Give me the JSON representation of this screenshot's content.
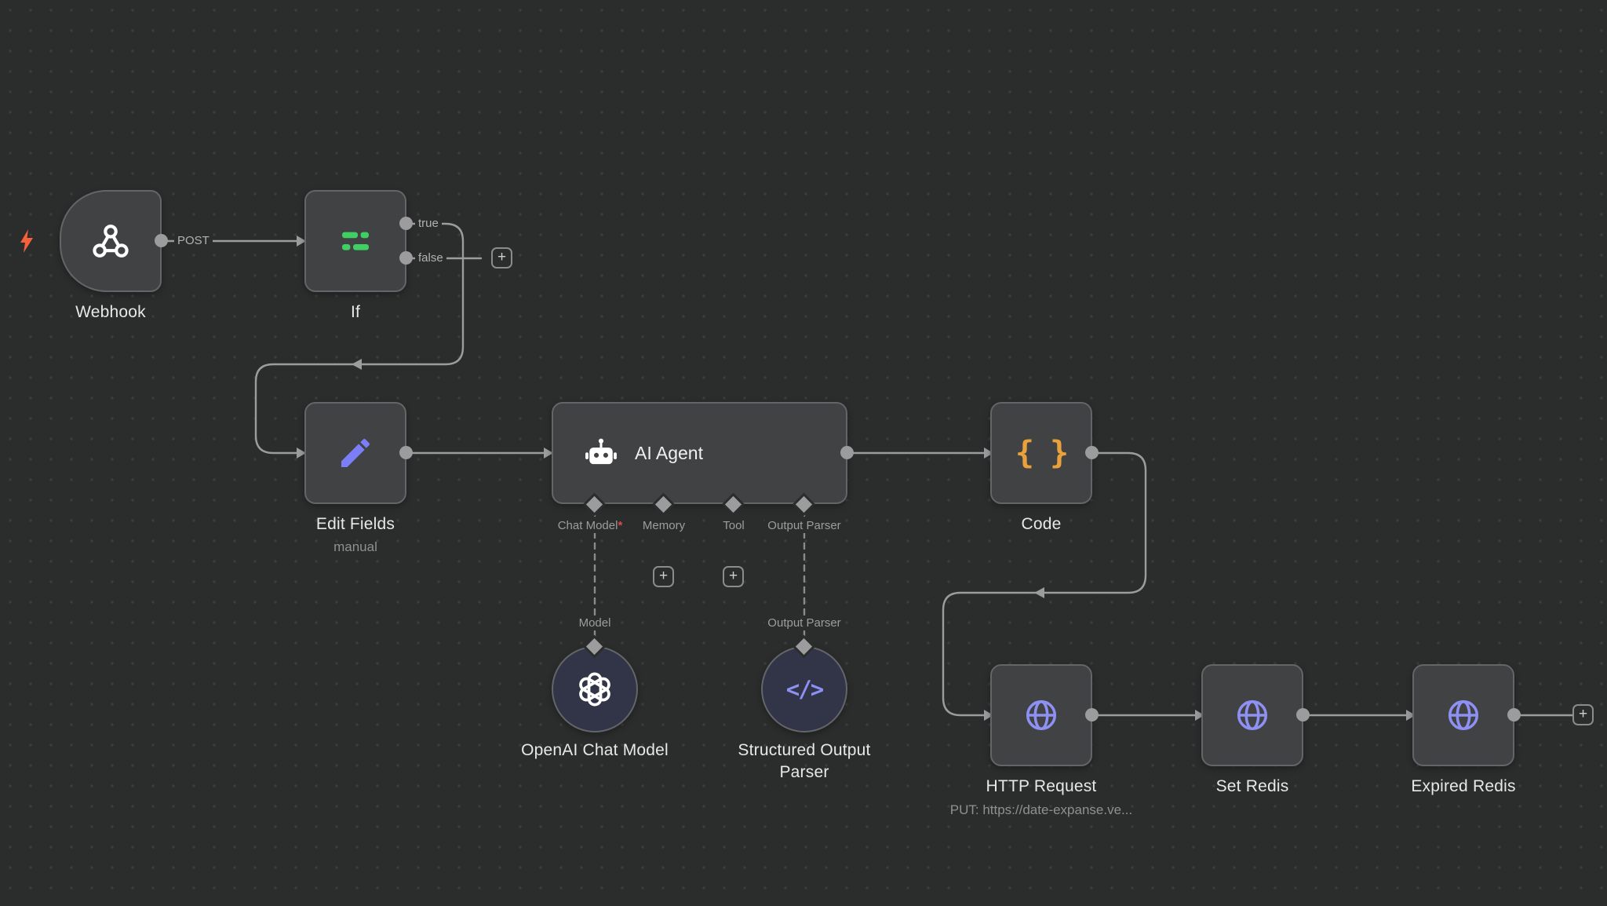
{
  "colors": {
    "canvas_bg": "#2b2c2c",
    "node_bg": "#414244",
    "node_border": "#636568",
    "wire": "#9c9c9e",
    "accent_green": "#3fcf63",
    "accent_blue": "#7b7ef7",
    "accent_orange": "#e9a23b",
    "accent_purple": "#8e91f3",
    "trigger_bolt": "#f4613a",
    "required_red": "#e5484d"
  },
  "icons": {
    "lightning": "lightning-icon",
    "webhook": "webhook-icon",
    "if": "filter-signpost-icon",
    "edit_fields": "pencil-icon",
    "ai_agent": "robot-icon",
    "openai": "openai-logo-icon",
    "http": "globe-icon",
    "code_glyph": "{ }",
    "parser_glyph": "</>"
  },
  "nodes": {
    "webhook": {
      "label": "Webhook",
      "output_label": "POST"
    },
    "if": {
      "label": "If",
      "output_true": "true",
      "output_false": "false"
    },
    "edit_fields": {
      "label": "Edit Fields",
      "sublabel": "manual"
    },
    "ai_agent": {
      "label": "AI Agent",
      "ports": {
        "chat_model": "Chat Model",
        "chat_model_required": "*",
        "memory": "Memory",
        "tool": "Tool",
        "output_parser": "Output Parser"
      }
    },
    "code": {
      "label": "Code"
    },
    "openai": {
      "label": "OpenAI Chat Model",
      "port_label": "Model"
    },
    "structured_parser": {
      "label_line1": "Structured Output",
      "label_line2": "Parser",
      "port_label": "Output Parser"
    },
    "http_request": {
      "label": "HTTP Request",
      "sublabel": "PUT: https://date-expanse.ve..."
    },
    "set_redis": {
      "label": "Set Redis"
    },
    "expired_redis": {
      "label": "Expired Redis"
    }
  },
  "controls": {
    "plus": "+"
  }
}
